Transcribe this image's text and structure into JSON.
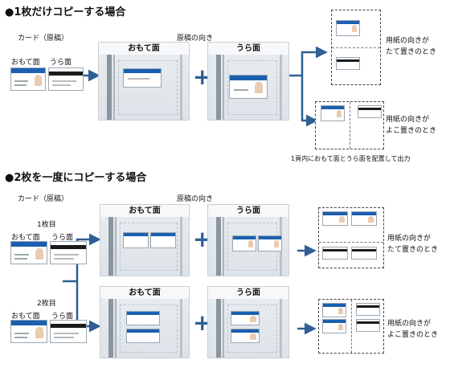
{
  "section1": {
    "title": "●1枚だけコピーする場合",
    "card_label": "カード（原稿）",
    "front_label": "おもて面",
    "back_label": "うら面",
    "orientation_label": "原稿の向き",
    "glass_front_caption": "おもて面",
    "glass_back_caption": "うら面",
    "result_portrait": [
      "用紙の向きが",
      "たて置きのとき"
    ],
    "result_landscape": [
      "用紙の向きが",
      "よこ置きのとき"
    ],
    "output_note": "1頁内におもて面とうら面を配置して出力"
  },
  "section2": {
    "title": "●2枚を一度にコピーする場合",
    "card_label": "カード（原稿）",
    "orientation_label": "原稿の向き",
    "card1_label": "1枚目",
    "card2_label": "2枚目",
    "front_label": "おもて面",
    "back_label": "うら面",
    "glass_front_caption": "おもて面",
    "glass_back_caption": "うら面",
    "result_portrait": [
      "用紙の向きが",
      "たて置きのとき"
    ],
    "result_landscape": [
      "用紙の向きが",
      "よこ置きのとき"
    ]
  },
  "colors": {
    "arrow": "#2f5f95",
    "card_band": "#1b5fb0"
  }
}
